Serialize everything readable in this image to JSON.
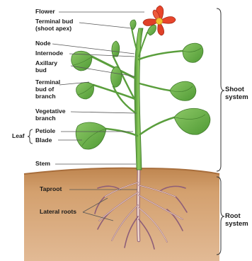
{
  "labels": {
    "flower": "Flower",
    "terminal_bud": "Terminal bud",
    "shoot_apex": "(shoot apex)",
    "node": "Node",
    "internode": "Internode",
    "axillary_1": "Axillary",
    "axillary_2": "bud",
    "term_branch_1": "Terminal",
    "term_branch_2": "bud of",
    "term_branch_3": "branch",
    "veg_1": "Vegetative",
    "veg_2": "branch",
    "leaf": "Leaf",
    "petiole": "Petiole",
    "blade": "Blade",
    "stem": "Stem",
    "taproot": "Taproot",
    "lateral_roots": "Lateral roots",
    "shoot_1": "Shoot",
    "shoot_2": "system",
    "root_1": "Root",
    "root_2": "system"
  },
  "colors": {
    "soil_top": "#c48a55",
    "soil_bottom": "#dcae82",
    "leaf": "#6bb24a",
    "leaf_dark": "#3f8a2c",
    "stem": "#5a9e3c",
    "flower": "#e8452b",
    "flower_center": "#f2c230",
    "root": "#ecd2c2",
    "leader": "#555555"
  }
}
